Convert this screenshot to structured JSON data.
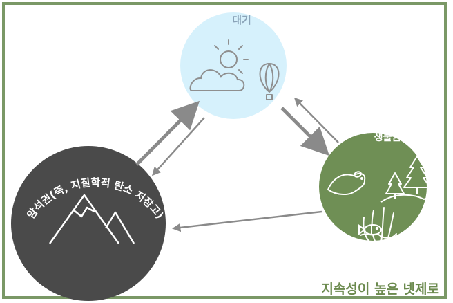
{
  "nodes": {
    "atmosphere": {
      "label": "대기",
      "color": "#d6f1fc"
    },
    "biosphere": {
      "label": "생물권",
      "color": "#6f8f55"
    },
    "lithosphere": {
      "label": "암석권(즉, 지질학적 탄소 저장고)",
      "color": "#4a4a4a"
    }
  },
  "caption": "지속성이 높은 넷제로",
  "icons": [
    "cloud-sun-icon",
    "hot-air-balloon-icon",
    "beaver-icon",
    "pine-trees-icon",
    "coral-fish-icon",
    "mountain-icon"
  ],
  "colors": {
    "frame": "#7a9866",
    "arrow": "#8a8a8a",
    "caption": "#6b8a4e"
  }
}
